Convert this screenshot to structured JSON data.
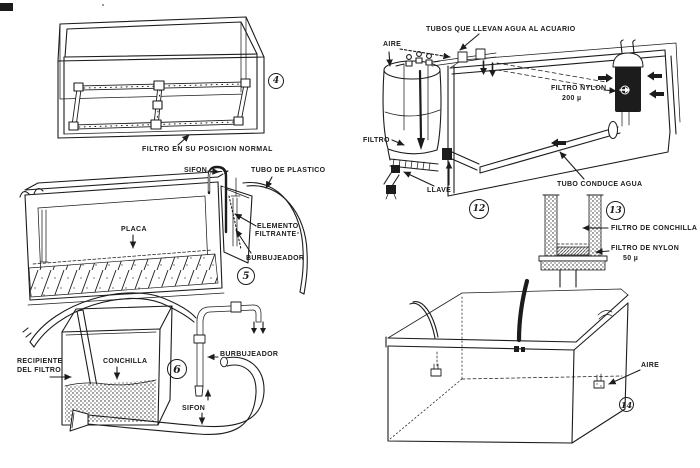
{
  "page": {
    "paper_color": "#ffffff",
    "ink_color": "#1c1c1c",
    "description": "Scanned book page of aquarium filter line-art figures"
  },
  "figures": {
    "fig4": {
      "number": "4",
      "caption": "FILTRO EN SU POSICION NORMAL"
    },
    "fig5": {
      "number": "5",
      "labels": {
        "sifon": "SIFON",
        "tubo_de_plastico": "TUBO DE PLASTICO",
        "placa": "PLACA",
        "elemento_filtrante_line1": "ELEMENTO",
        "elemento_filtrante_line2": "FILTRANTE",
        "burbujeador": "BURBUJEADOR"
      }
    },
    "fig6": {
      "number": "6",
      "labels": {
        "recipiente_line1": "RECIPIENTE",
        "recipiente_line2": "DEL FILTRO",
        "conchilla": "CONCHILLA",
        "burbujeador": "BURBUJEADOR",
        "sifon": "SIFON"
      }
    },
    "fig12": {
      "number": "12",
      "labels": {
        "tubos_acuario": "TUBOS QUE LLEVAN AGUA AL ACUARIO",
        "aire": "AIRE",
        "filtro": "FILTRO",
        "llave": "LLAVE",
        "filtro_nylon_line1": "FILTRO NYLON",
        "filtro_nylon_line2": "200 µ",
        "tubo_conduce_agua": "TUBO CONDUCE AGUA"
      }
    },
    "fig13": {
      "number": "13",
      "labels": {
        "filtro_de_conchilla": "FILTRO DE CONCHILLA",
        "filtro_de_nylon_line1": "FILTRO DE NYLON",
        "filtro_de_nylon_line2": "50 µ"
      }
    },
    "fig14": {
      "number": "14",
      "labels": {
        "aire": "AIRE"
      }
    }
  }
}
